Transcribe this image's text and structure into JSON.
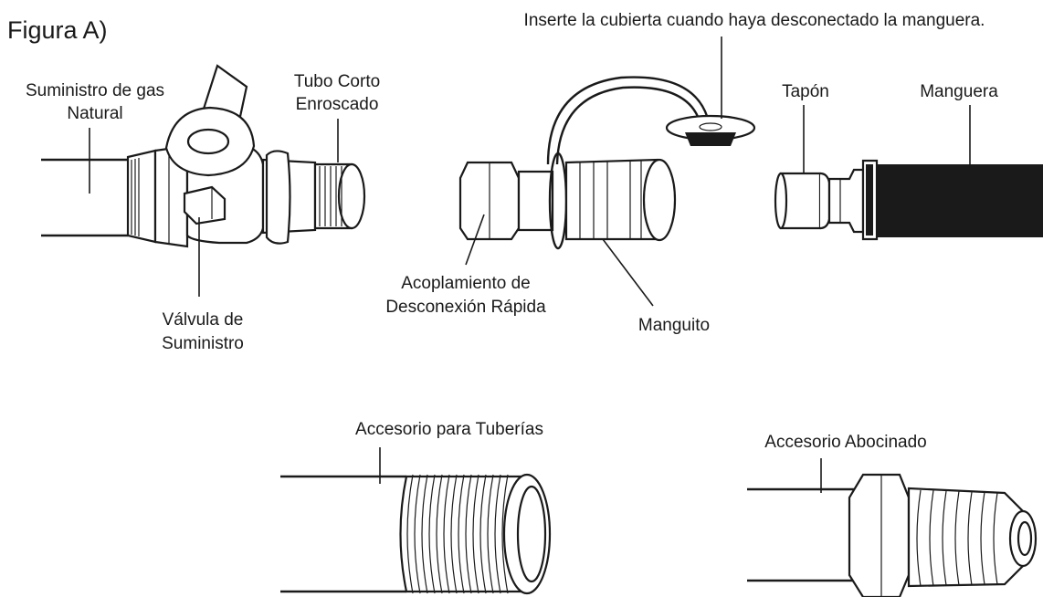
{
  "figure_title": "Figura A)",
  "labels": {
    "gas_supply": [
      "Suministro de gas",
      "Natural"
    ],
    "short_pipe": [
      "Tubo Corto",
      "Enroscado"
    ],
    "supply_valve": [
      "Válvula de",
      "Suministro"
    ],
    "insert_cover": "Inserte la cubierta cuando haya desconectado la manguera.",
    "quick_coupling": [
      "Acoplamiento de",
      "Desconexión Rápida"
    ],
    "sleeve": "Manguito",
    "plug": "Tapón",
    "hose": "Manguera",
    "pipe_fitting": "Accesorio para Tuberías",
    "flare_fitting": "Accesorio Abocinado"
  }
}
